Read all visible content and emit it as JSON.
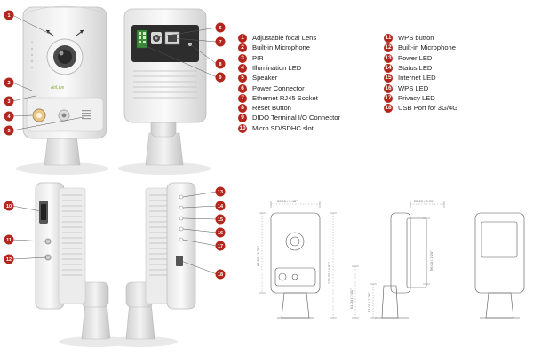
{
  "legend_left": [
    {
      "num": "1",
      "label": "Adjustable focal Lens"
    },
    {
      "num": "2",
      "label": "Built-in Microphone"
    },
    {
      "num": "3",
      "label": "PIR"
    },
    {
      "num": "4",
      "label": "Illumination LED"
    },
    {
      "num": "5",
      "label": "Speaker"
    },
    {
      "num": "6",
      "label": "Power Connector"
    },
    {
      "num": "7",
      "label": "Ethernet RJ45 Socket"
    },
    {
      "num": "8",
      "label": "Reset Button"
    },
    {
      "num": "9",
      "label": "DIDO Terminal I/O Connector"
    },
    {
      "num": "10",
      "label": "Micro SD/SDHC slot"
    }
  ],
  "legend_right": [
    {
      "num": "11",
      "label": "WPS button"
    },
    {
      "num": "12",
      "label": "Built-in Microphone"
    },
    {
      "num": "13",
      "label": "Power LED"
    },
    {
      "num": "14",
      "label": "Status LED"
    },
    {
      "num": "15",
      "label": "Internet LED"
    },
    {
      "num": "16",
      "label": "WPS LED"
    },
    {
      "num": "17",
      "label": "Privacy LED"
    },
    {
      "num": "18",
      "label": "USB Port for 3G/4G"
    }
  ],
  "dimensions": {
    "front_width": "63.00 / 2.48\"",
    "front_height": "95.50 / 3.76\"",
    "total_height": "123.70 / 4.87\"",
    "base_height": "51.00 / 2.01\"",
    "side_width": "25.20 / 0.99\"",
    "side_body_height": "56.00 / 2.20\"",
    "side_base_height": "32.00 / 1.26\""
  },
  "brand_mark": "AirLive"
}
